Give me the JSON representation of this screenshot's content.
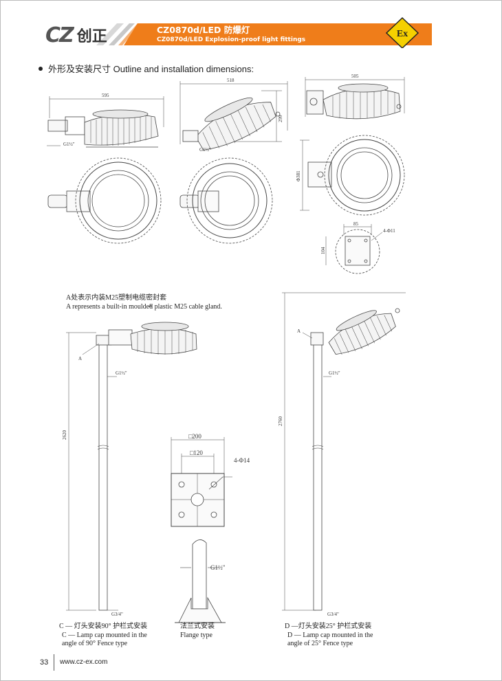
{
  "header": {
    "logo_letters": "CZ",
    "logo_cn": "创正",
    "title_main": "CZ0870d/LED 防爆灯",
    "title_sub": "CZ0870d/LED Explosion-proof light fittings",
    "badge": "Ex",
    "colors": {
      "banner": "#ef7d1a",
      "badge_fill": "#f5d000",
      "logo_accent": "#e8731c"
    }
  },
  "section": {
    "heading": "外形及安装尺寸 Outline and installation dimensions:"
  },
  "dimensions": {
    "d595": "595",
    "d518": "518",
    "d505": "505",
    "d299": "299",
    "d381": "Φ381",
    "d85": "85",
    "d104": "104",
    "d4phi11": "4-Φ11",
    "g_a": "G1½\"",
    "g_b": "G1½\"",
    "g_c": "G1½\"",
    "g_d": "G1½\"",
    "g_flange": "G1½\"",
    "g34_c": "G3/4\"",
    "g34_d": "G3/4\"",
    "d2620": "2620",
    "d2760": "2760",
    "d200": "□200",
    "d120": "□120",
    "d4phi14": "4-Φ14",
    "mark_a1": "A",
    "mark_a2": "A",
    "mark_a3": "A"
  },
  "notes": {
    "a_cn": "A处表示内装M25塑制电缆密封套",
    "a_en": "A represents a built-in moulded plastic M25 cable gland."
  },
  "captions": {
    "c_cn": "C — 灯头安装90° 护栏式安装",
    "c_en1": "C — Lamp cap mounted in the",
    "c_en2": "angle of 90° Fence type",
    "f_cn": "法兰式安装",
    "f_en": "Flange type",
    "d_cn": "D —灯头安装25° 护栏式安装",
    "d_en1": "D — Lamp cap mounted in the",
    "d_en2": "angle of 25° Fence type"
  },
  "footer": {
    "page_number": "33",
    "url": "www.cz-ex.com"
  }
}
